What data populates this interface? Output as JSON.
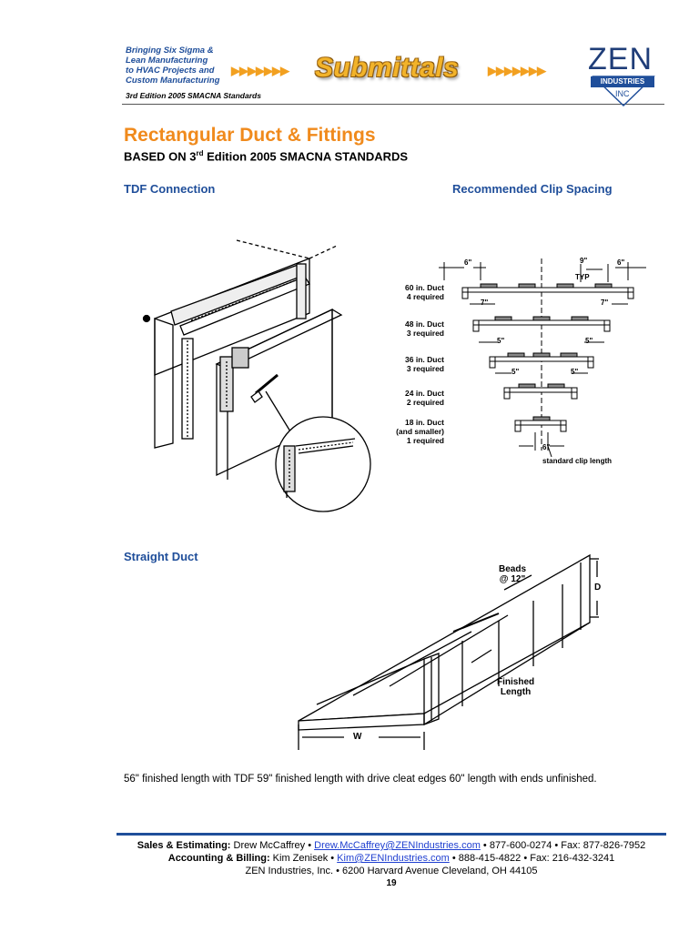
{
  "header": {
    "tagline_lines": [
      "Bringing Six Sigma &",
      "Lean Manufacturing",
      "to HVAC Projects and",
      "Custom Manufacturing"
    ],
    "edition": "3rd Edition 2005 SMACNA Standards",
    "arrows_left": "▶▶▶▶▶▶▶",
    "arrows_right": "▶▶▶▶▶▶▶",
    "banner_title": "Submittals",
    "accent_color": "#f2b32a"
  },
  "logo": {
    "name": "ZEN",
    "band": "INDUSTRIES",
    "suffix": "INC"
  },
  "title": "Rectangular Duct & Fittings",
  "subtitle": {
    "prefix": "BASED ON 3",
    "sup": "rd",
    "rest": " Edition 2005 SMACNA STANDARDS"
  },
  "sections": {
    "tdf": "TDF Connection",
    "clip": "Recommended Clip Spacing",
    "straight": "Straight Duct"
  },
  "clip_diagram": {
    "rows": [
      {
        "line1": "60 in. Duct",
        "line2": "4 required"
      },
      {
        "line1": "48 in. Duct",
        "line2": "3 required"
      },
      {
        "line1": "36 in. Duct",
        "line2": "3 required"
      },
      {
        "line1": "24 in. Duct",
        "line2": "2 required"
      }
    ],
    "last_row": [
      "18 in. Duct",
      "(and smaller)",
      "1 required"
    ],
    "dims": {
      "top_left": "6\"",
      "top_mid": "9\"",
      "typ": "TYP",
      "top_right": "6\"",
      "r60_left": "7\"",
      "r60_right": "7\"",
      "r48_left": "5\"",
      "r48_right": "5\"",
      "r36_left": "5\"",
      "r36_right": "5\"",
      "bottom": "6\""
    },
    "std_clip": "standard clip length"
  },
  "straight_diagram": {
    "beads": [
      "Beads",
      "@ 12\""
    ],
    "d": "D",
    "finished": [
      "Finished",
      "Length"
    ],
    "w": "W"
  },
  "caption": "56\"  finished length with TDF 59\"  finished length with drive cleat edges 60\" length with ends unfinished.",
  "footer": {
    "sales_label": "Sales & Estimating:",
    "sales_name": " Drew McCaffrey • ",
    "sales_email": "Drew.McCaffrey@ZENIndustries.com",
    "sales_rest": " • 877-600-0274 • Fax: 877-826-7952",
    "acct_label": "Accounting & Billing:",
    "acct_name": " Kim Zenisek • ",
    "acct_email": "Kim@ZENIndustries.com",
    "acct_rest": " • 888-415-4822 • Fax: 216-432-3241",
    "address": "ZEN Industries, Inc. • 6200 Harvard Avenue Cleveland, OH 44105",
    "page": "19",
    "rule_color": "#1f4e9a"
  }
}
